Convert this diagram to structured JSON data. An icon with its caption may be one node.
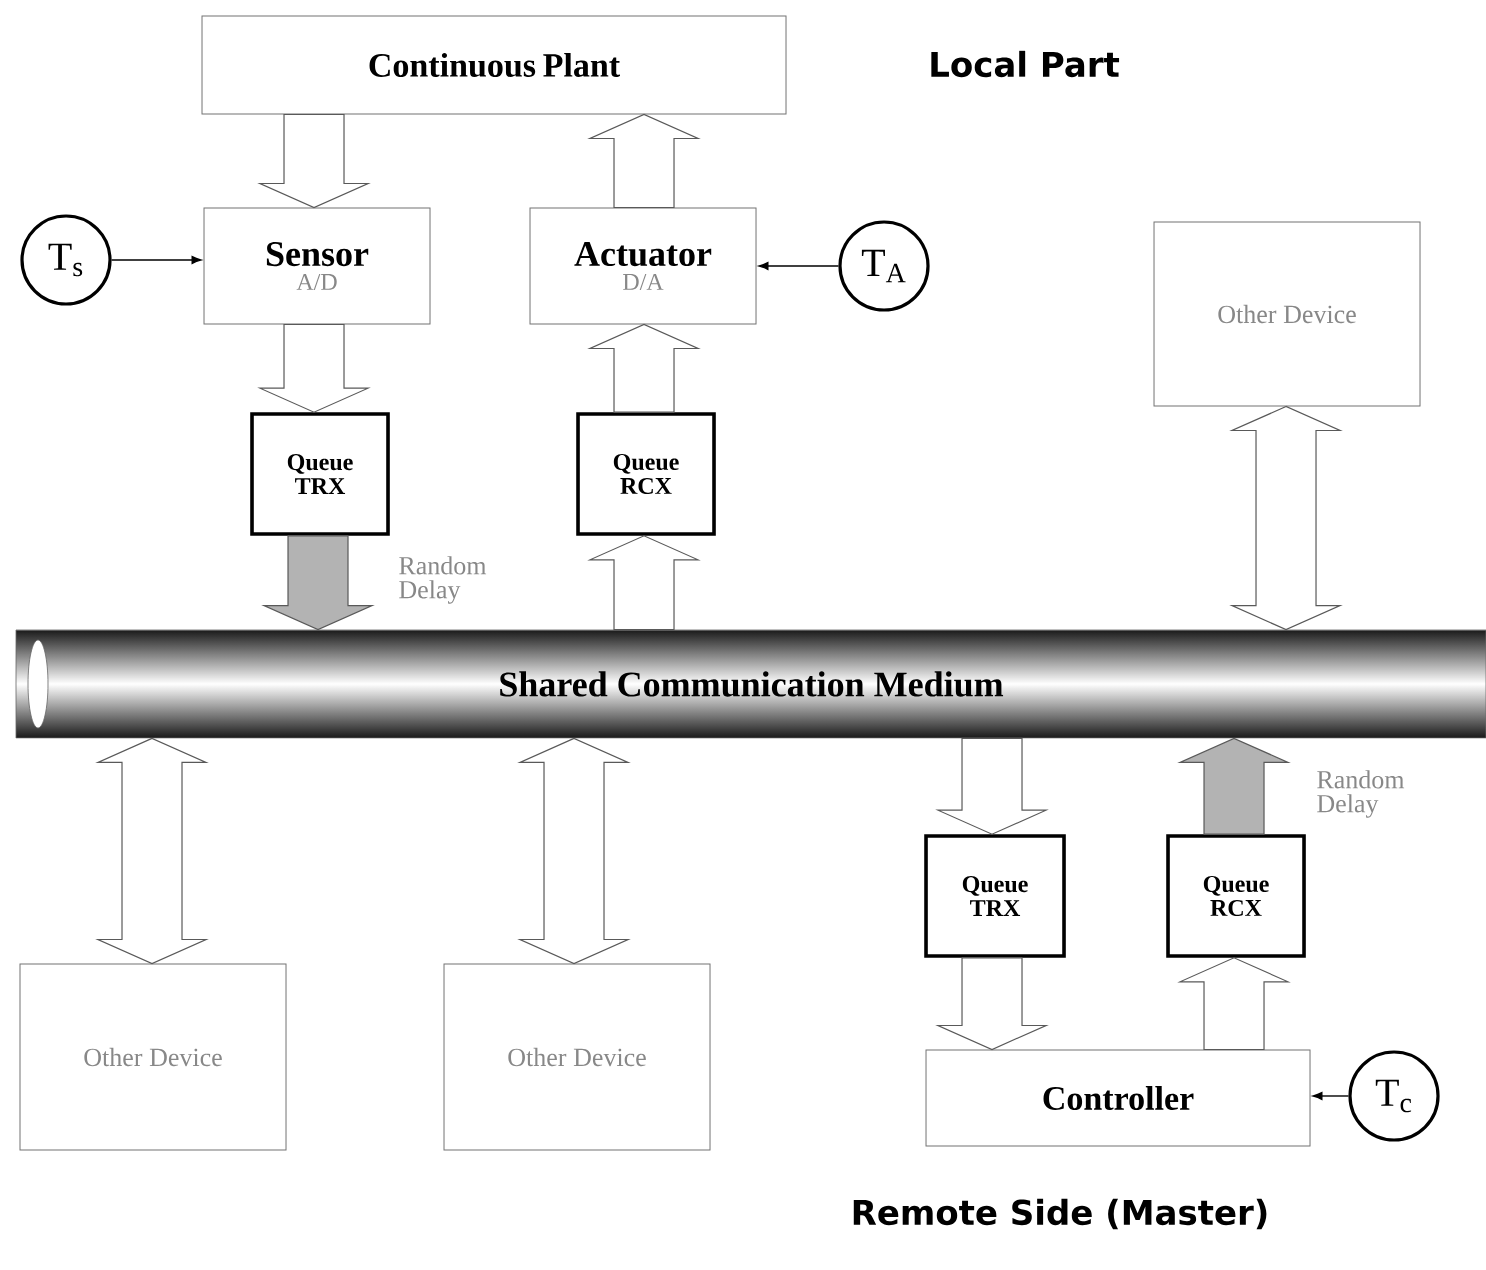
{
  "diagram": {
    "nodes": [
      {
        "text": [
          "Continuous Plant"
        ]
      },
      {
        "text": [
          "Sensor",
          "A/D"
        ]
      },
      {
        "text": [
          "Actuator",
          "D/A"
        ]
      },
      {
        "text": [
          "T$_{s}$"
        ]
      },
      {
        "text": [
          "T$_{A}$"
        ]
      },
      {
        "text": [
          "Other Device"
        ]
      },
      {
        "text": [
          "Queue TRX"
        ]
      },
      {
        "text": [
          "Queue RCX"
        ]
      },
      {
        "text": [
          "Shared Communication Medium"
        ]
      },
      {
        "text": [
          "Other Device"
        ]
      },
      {
        "text": [
          "Other Device"
        ]
      },
      {
        "text": [
          "Queue TRX"
        ]
      },
      {
        "text": [
          "Queue RCX"
        ]
      },
      {
        "text": [
          "Controller"
        ]
      },
      {
        "text": [
          "T$_{c}$"
        ]
      }
    ],
    "edges": [
      {
        "from": 0,
        "to": 1,
        "arrow": "to"
      },
      {
        "from": 2,
        "to": 0,
        "arrow": "to"
      },
      {
        "from": 3,
        "to": 1,
        "arrow": "to"
      },
      {
        "from": 4,
        "to": 2,
        "arrow": "to"
      },
      {
        "from": 1,
        "to": 6,
        "arrow": "to"
      },
      {
        "from": 7,
        "to": 2,
        "arrow": "to"
      },
      {
        "from": 6,
        "to": 8,
        "arrow": "to",
        "label": "Random Delay",
        "color": "#b3b3b3"
      },
      {
        "from": 8,
        "to": 7,
        "arrow": "to"
      },
      {
        "from": 5,
        "to": 8,
        "arrow": "both"
      },
      {
        "from": 8,
        "to": 9,
        "arrow": "both"
      },
      {
        "from": 8,
        "to": 10,
        "arrow": "both"
      },
      {
        "from": 8,
        "to": 11,
        "arrow": "to"
      },
      {
        "from": 12,
        "to": 8,
        "arrow": "to",
        "label": "Random Delay",
        "color": "#b3b3b3"
      },
      {
        "from": 11,
        "to": 13,
        "arrow": "to"
      },
      {
        "from": 13,
        "to": 12,
        "arrow": "to"
      },
      {
        "from": 14,
        "to": 13,
        "arrow": "to"
      }
    ],
    "labels": [
      "Local Part",
      "Remote Side (Master)"
    ]
  }
}
